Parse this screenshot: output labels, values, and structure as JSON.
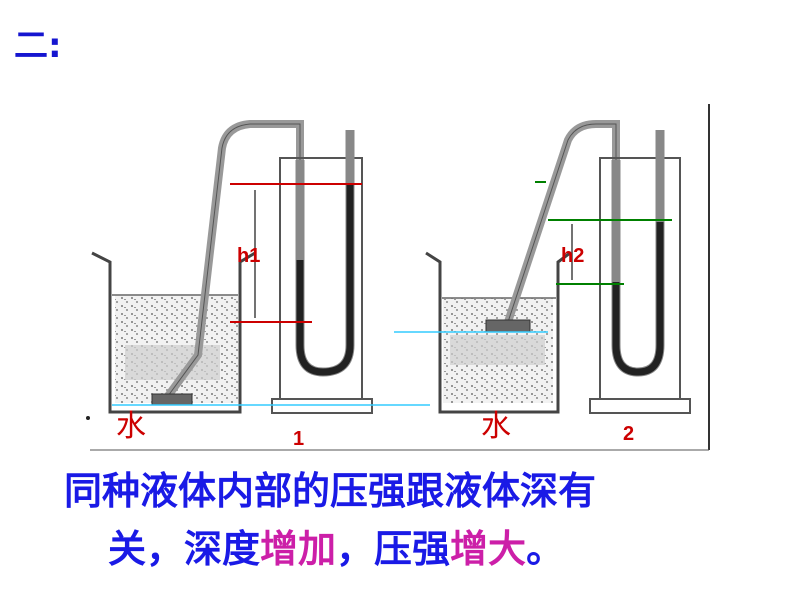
{
  "heading": "二:",
  "diagram": {
    "left_setup": {
      "liquid_label": "水",
      "number_label": "1",
      "height_label": "h1"
    },
    "right_setup": {
      "liquid_label": "水",
      "number_label": "2",
      "height_label": "h2"
    },
    "colors": {
      "left_marker": "#cc0000",
      "right_marker": "#008000",
      "reference_line": "#33ccff",
      "label_red": "#cc0000",
      "label_blue": "#1a1ae6"
    }
  },
  "caption": {
    "line1": "同种液体内部的压强跟液体深有",
    "line2_part1": "关，深度",
    "line2_highlight1": "增加",
    "line2_part2": "，压强",
    "line2_highlight2": "增大",
    "line2_part3": "。",
    "highlight_color": "#cc1fa8",
    "text_color": "#1a1ae6"
  }
}
